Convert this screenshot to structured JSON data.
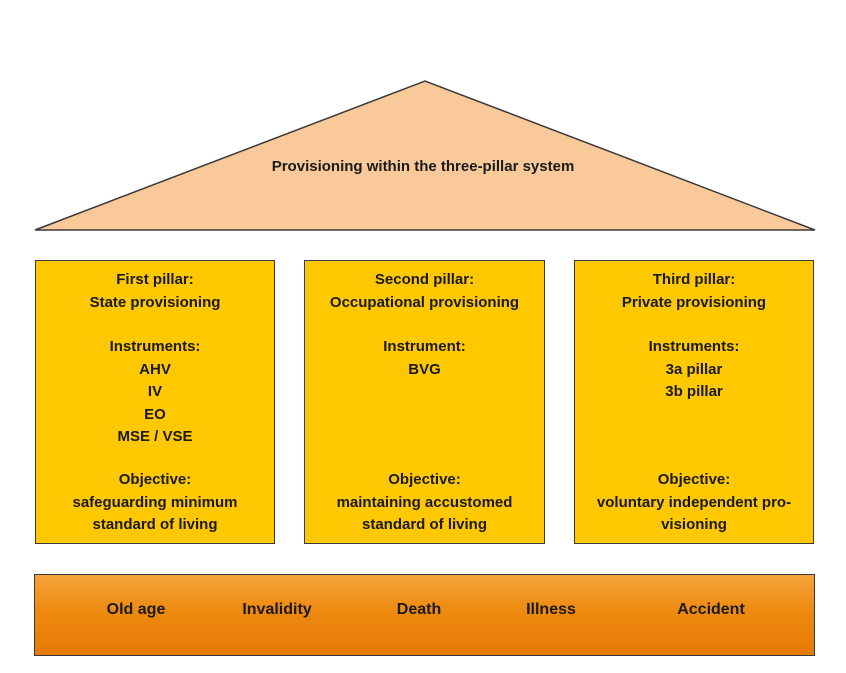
{
  "roof": {
    "title": "Provisioning within the three-pillar system",
    "fill_color": "#f9c99a"
  },
  "pillars": [
    {
      "heading": [
        "First pillar:",
        "State provisioning"
      ],
      "instruments_label": "Instruments:",
      "instruments": [
        "AHV",
        "IV",
        "EO",
        "MSE / VSE"
      ],
      "objective_label": "Objective:",
      "objective": [
        "safeguarding minimum",
        "standard of living"
      ]
    },
    {
      "heading": [
        "Second pillar:",
        "Occupational provisioning"
      ],
      "instruments_label": "Instrument:",
      "instruments": [
        "BVG"
      ],
      "objective_label": "Objective:",
      "objective": [
        "maintaining accustomed",
        "standard of living"
      ]
    },
    {
      "heading": [
        "Third pillar:",
        "Private provisioning"
      ],
      "instruments_label": "Instruments:",
      "instruments": [
        "3a pillar",
        "3b pillar"
      ],
      "objective_label": "Objective:",
      "objective": [
        "voluntary independent pro-",
        "visioning"
      ]
    }
  ],
  "pillar_color": "#ffc800",
  "base": {
    "risks": [
      "Old age",
      "Invalidity",
      "Death",
      "Illness",
      "Accident"
    ],
    "color": "#ee8a10"
  }
}
